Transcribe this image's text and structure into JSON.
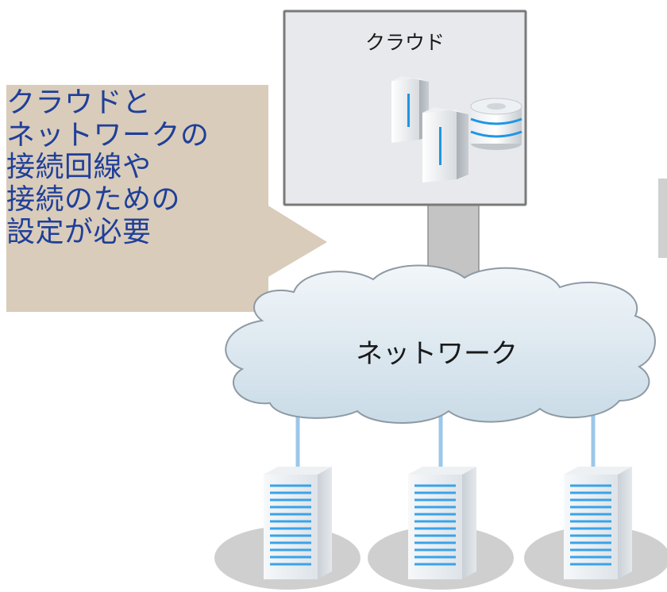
{
  "cloud_box": {
    "label": "クラウド"
  },
  "network": {
    "label": "ネットワーク"
  },
  "callout": {
    "lines": [
      "クラウドと",
      "ネットワークの",
      "接続回線や",
      "接続のための",
      "設定が必要"
    ]
  },
  "colors": {
    "callout_fill": "#d9ccba",
    "callout_text": "#1f3f99",
    "cloud_box_fill": "#e8e9ec",
    "cloud_box_border": "#7a7a7a",
    "connector_fill": "#c4c4c4",
    "network_fill": "#dde9f1",
    "network_stroke": "#8e9aa4",
    "link_line": "#9cc7ea",
    "server_accent": "#1e96e6"
  },
  "icons": {
    "cloud_servers": [
      "server-icon",
      "server-icon",
      "database-icon"
    ],
    "client_servers": [
      "server-tower-icon",
      "server-tower-icon",
      "server-tower-icon"
    ]
  }
}
